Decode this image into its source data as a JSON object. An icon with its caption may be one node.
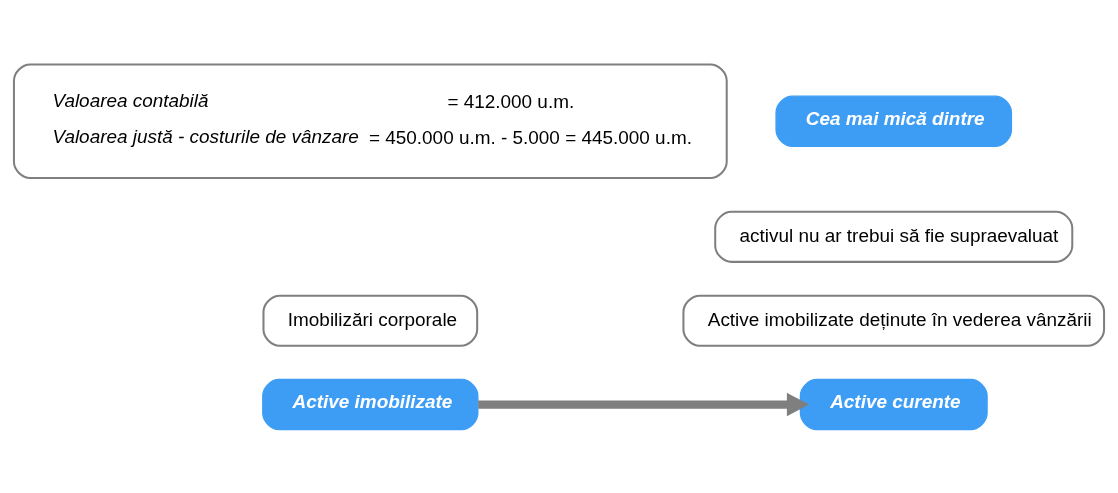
{
  "diagram": {
    "nodes": [
      {
        "text": [
          "*Valoarea contabilă* = 412.000 u.m.",
          "*Valoarea justă - costurile de vânzare* = 450.000 u.m. - 5.000 = 445.000 u.m."
        ]
      },
      {
        "text": [
          "Cea mai mică dintre"
        ]
      },
      {
        "text": [
          "activul nu ar trebui să fie supraevaluat"
        ]
      },
      {
        "text": [
          "Imobilizări corporale"
        ]
      },
      {
        "text": [
          "Active imobilizate"
        ]
      },
      {
        "text": [
          "Active imobilizate deținute în vederea vânzării"
        ]
      },
      {
        "text": [
          "Active curente"
        ]
      }
    ],
    "edges": [
      {
        "from": 4,
        "to": 6,
        "arrow": "to",
        "color": "#7f7f7f"
      }
    ]
  }
}
